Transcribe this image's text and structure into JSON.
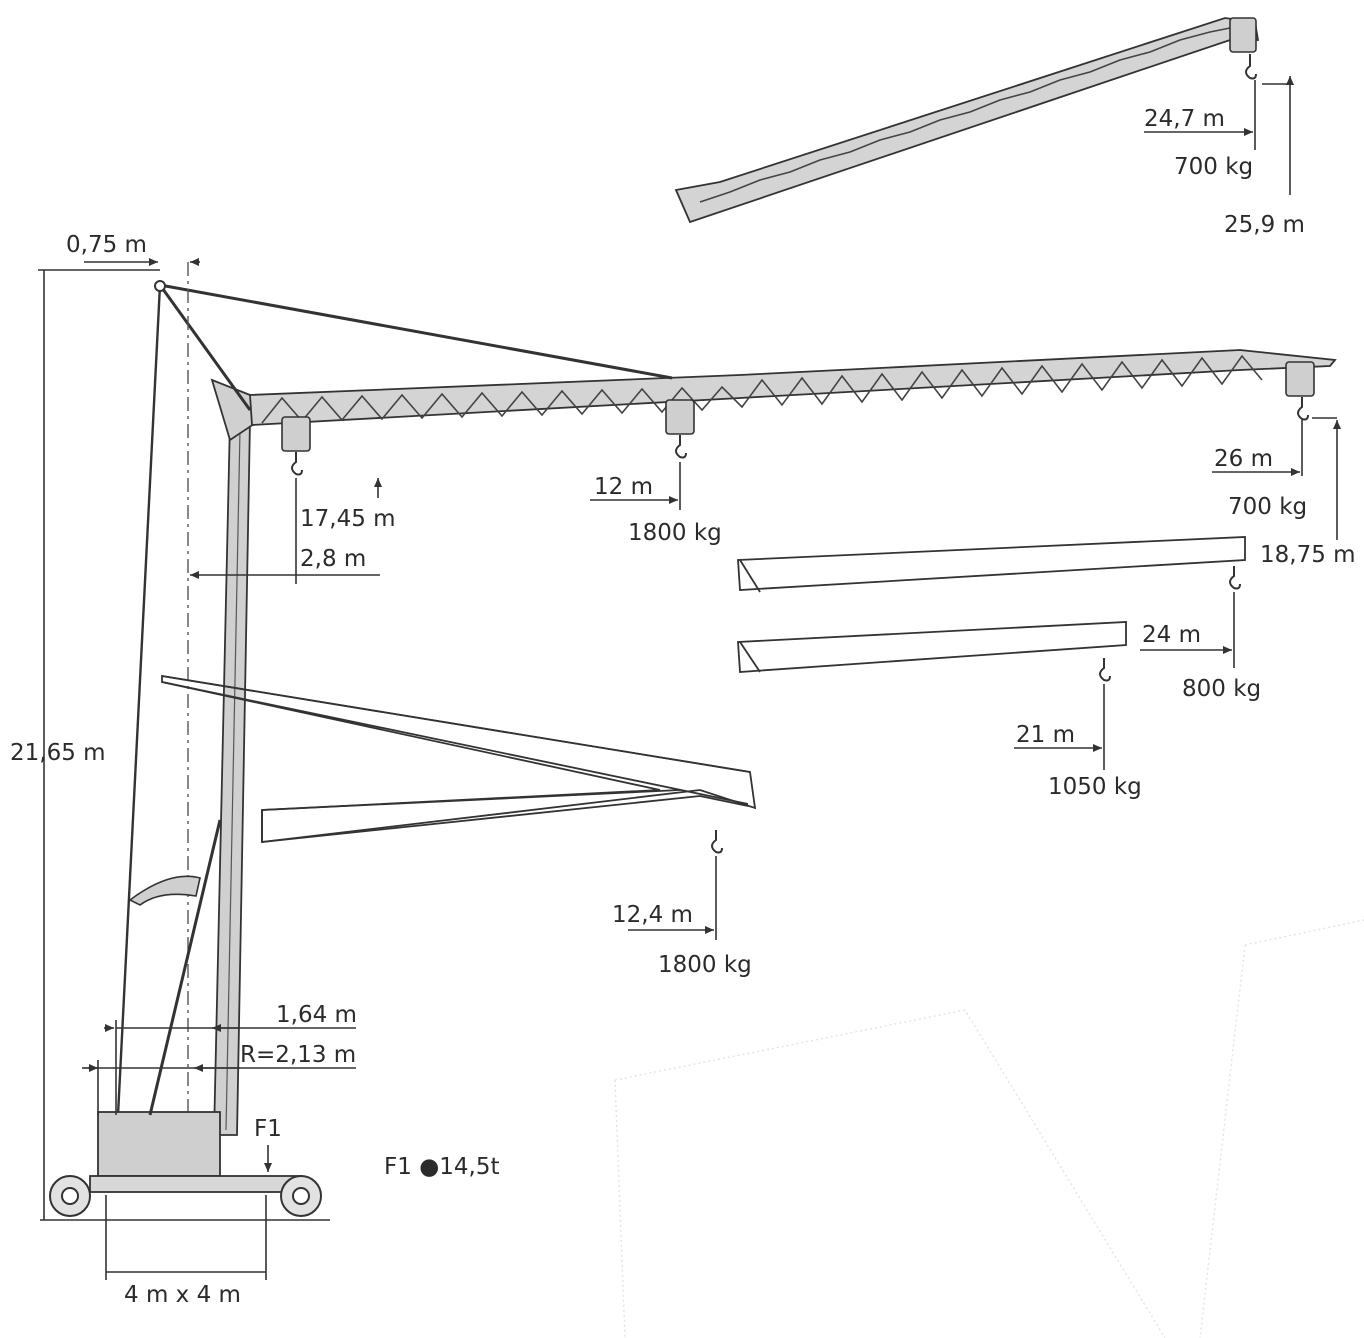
{
  "diagram": {
    "top_height_label": "21,65 m",
    "mast_offset_label": "0,75 m",
    "hooks": {
      "main_inner": {
        "radius": "2,8 m",
        "height": "17,45 m"
      },
      "main_mid": {
        "radius": "12 m",
        "load": "1800 kg"
      },
      "main_tip": {
        "radius": "26 m",
        "load": "700 kg",
        "height": "18,75 m"
      },
      "luffed": {
        "radius": "24,7 m",
        "load": "700 kg",
        "height": "25,9 m"
      },
      "folded_a": {
        "radius": "24 m",
        "load": "800 kg"
      },
      "folded_b": {
        "radius": "21 m",
        "load": "1050 kg"
      },
      "folded_c": {
        "radius": "12,4 m",
        "load": "1800 kg"
      }
    },
    "base": {
      "radius_1": "1,64 m",
      "radius_2": "R=2,13 m",
      "support_size": "4 m x 4 m",
      "force_label": "F1",
      "force_value_label": "F1 ●14,5t"
    },
    "colors": {
      "line": "#333333",
      "fill": "#d4d4d4",
      "text": "#2b2b2b"
    }
  }
}
